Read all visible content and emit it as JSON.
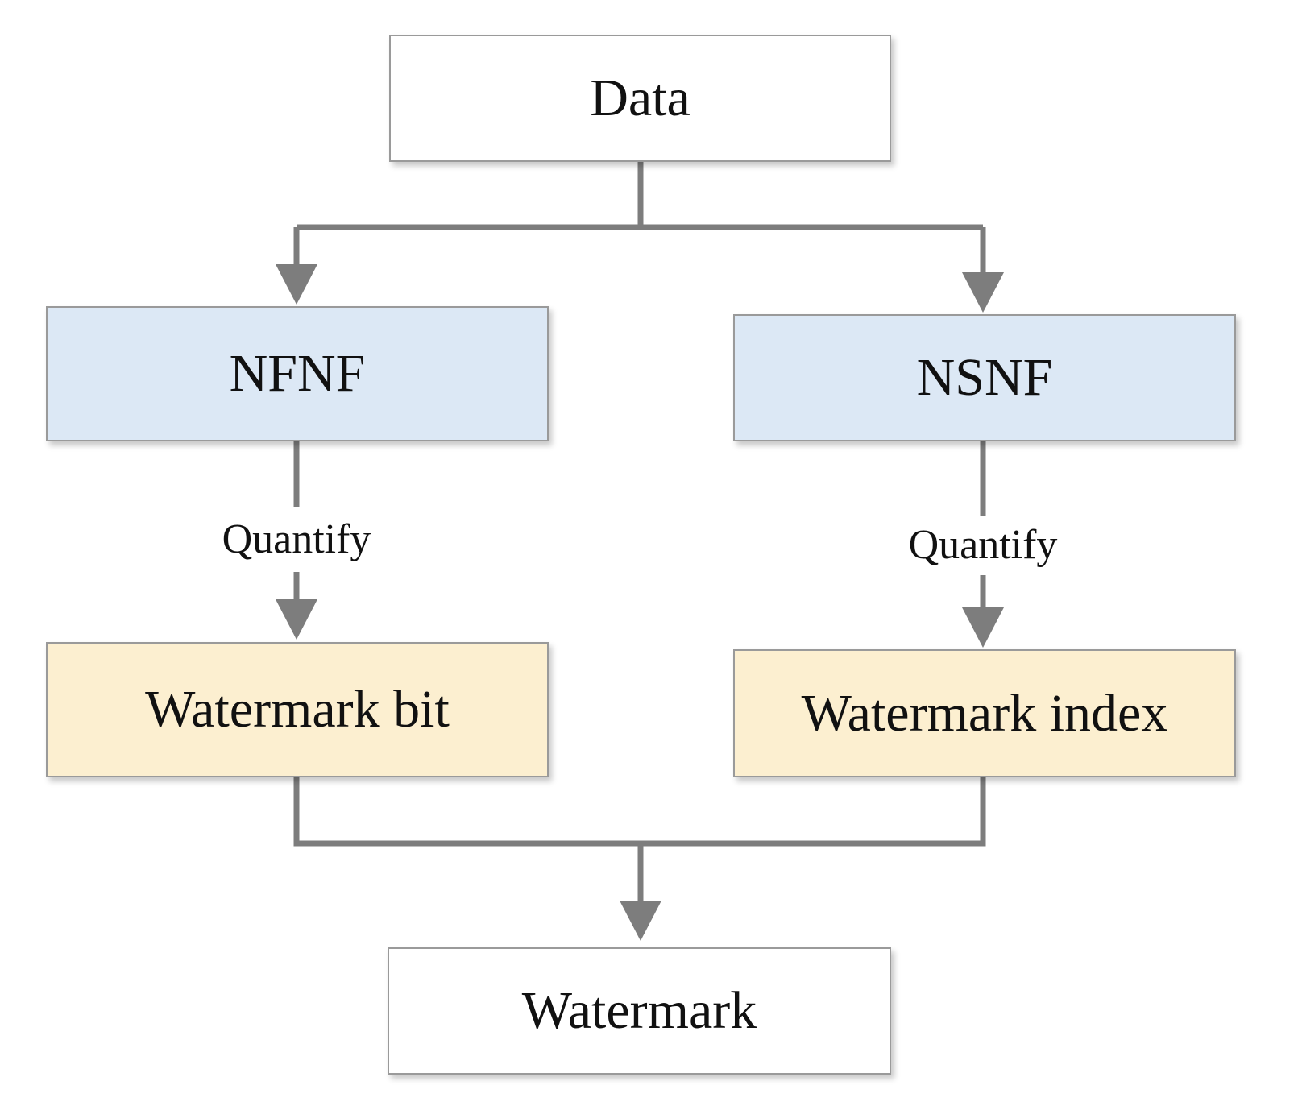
{
  "diagram": {
    "nodes": {
      "data": "Data",
      "nfnf": "NFNF",
      "nsnf": "NSNF",
      "watermark_bit": "Watermark bit",
      "watermark_index": "Watermark index",
      "watermark": "Watermark"
    },
    "edge_labels": {
      "left_quantify": "Quantify",
      "right_quantify": "Quantify"
    },
    "colors": {
      "connector": "#7d7d7d",
      "process_fill": "#dce8f5",
      "output_fill": "#fcefd0",
      "border": "#9a9a9a"
    }
  }
}
